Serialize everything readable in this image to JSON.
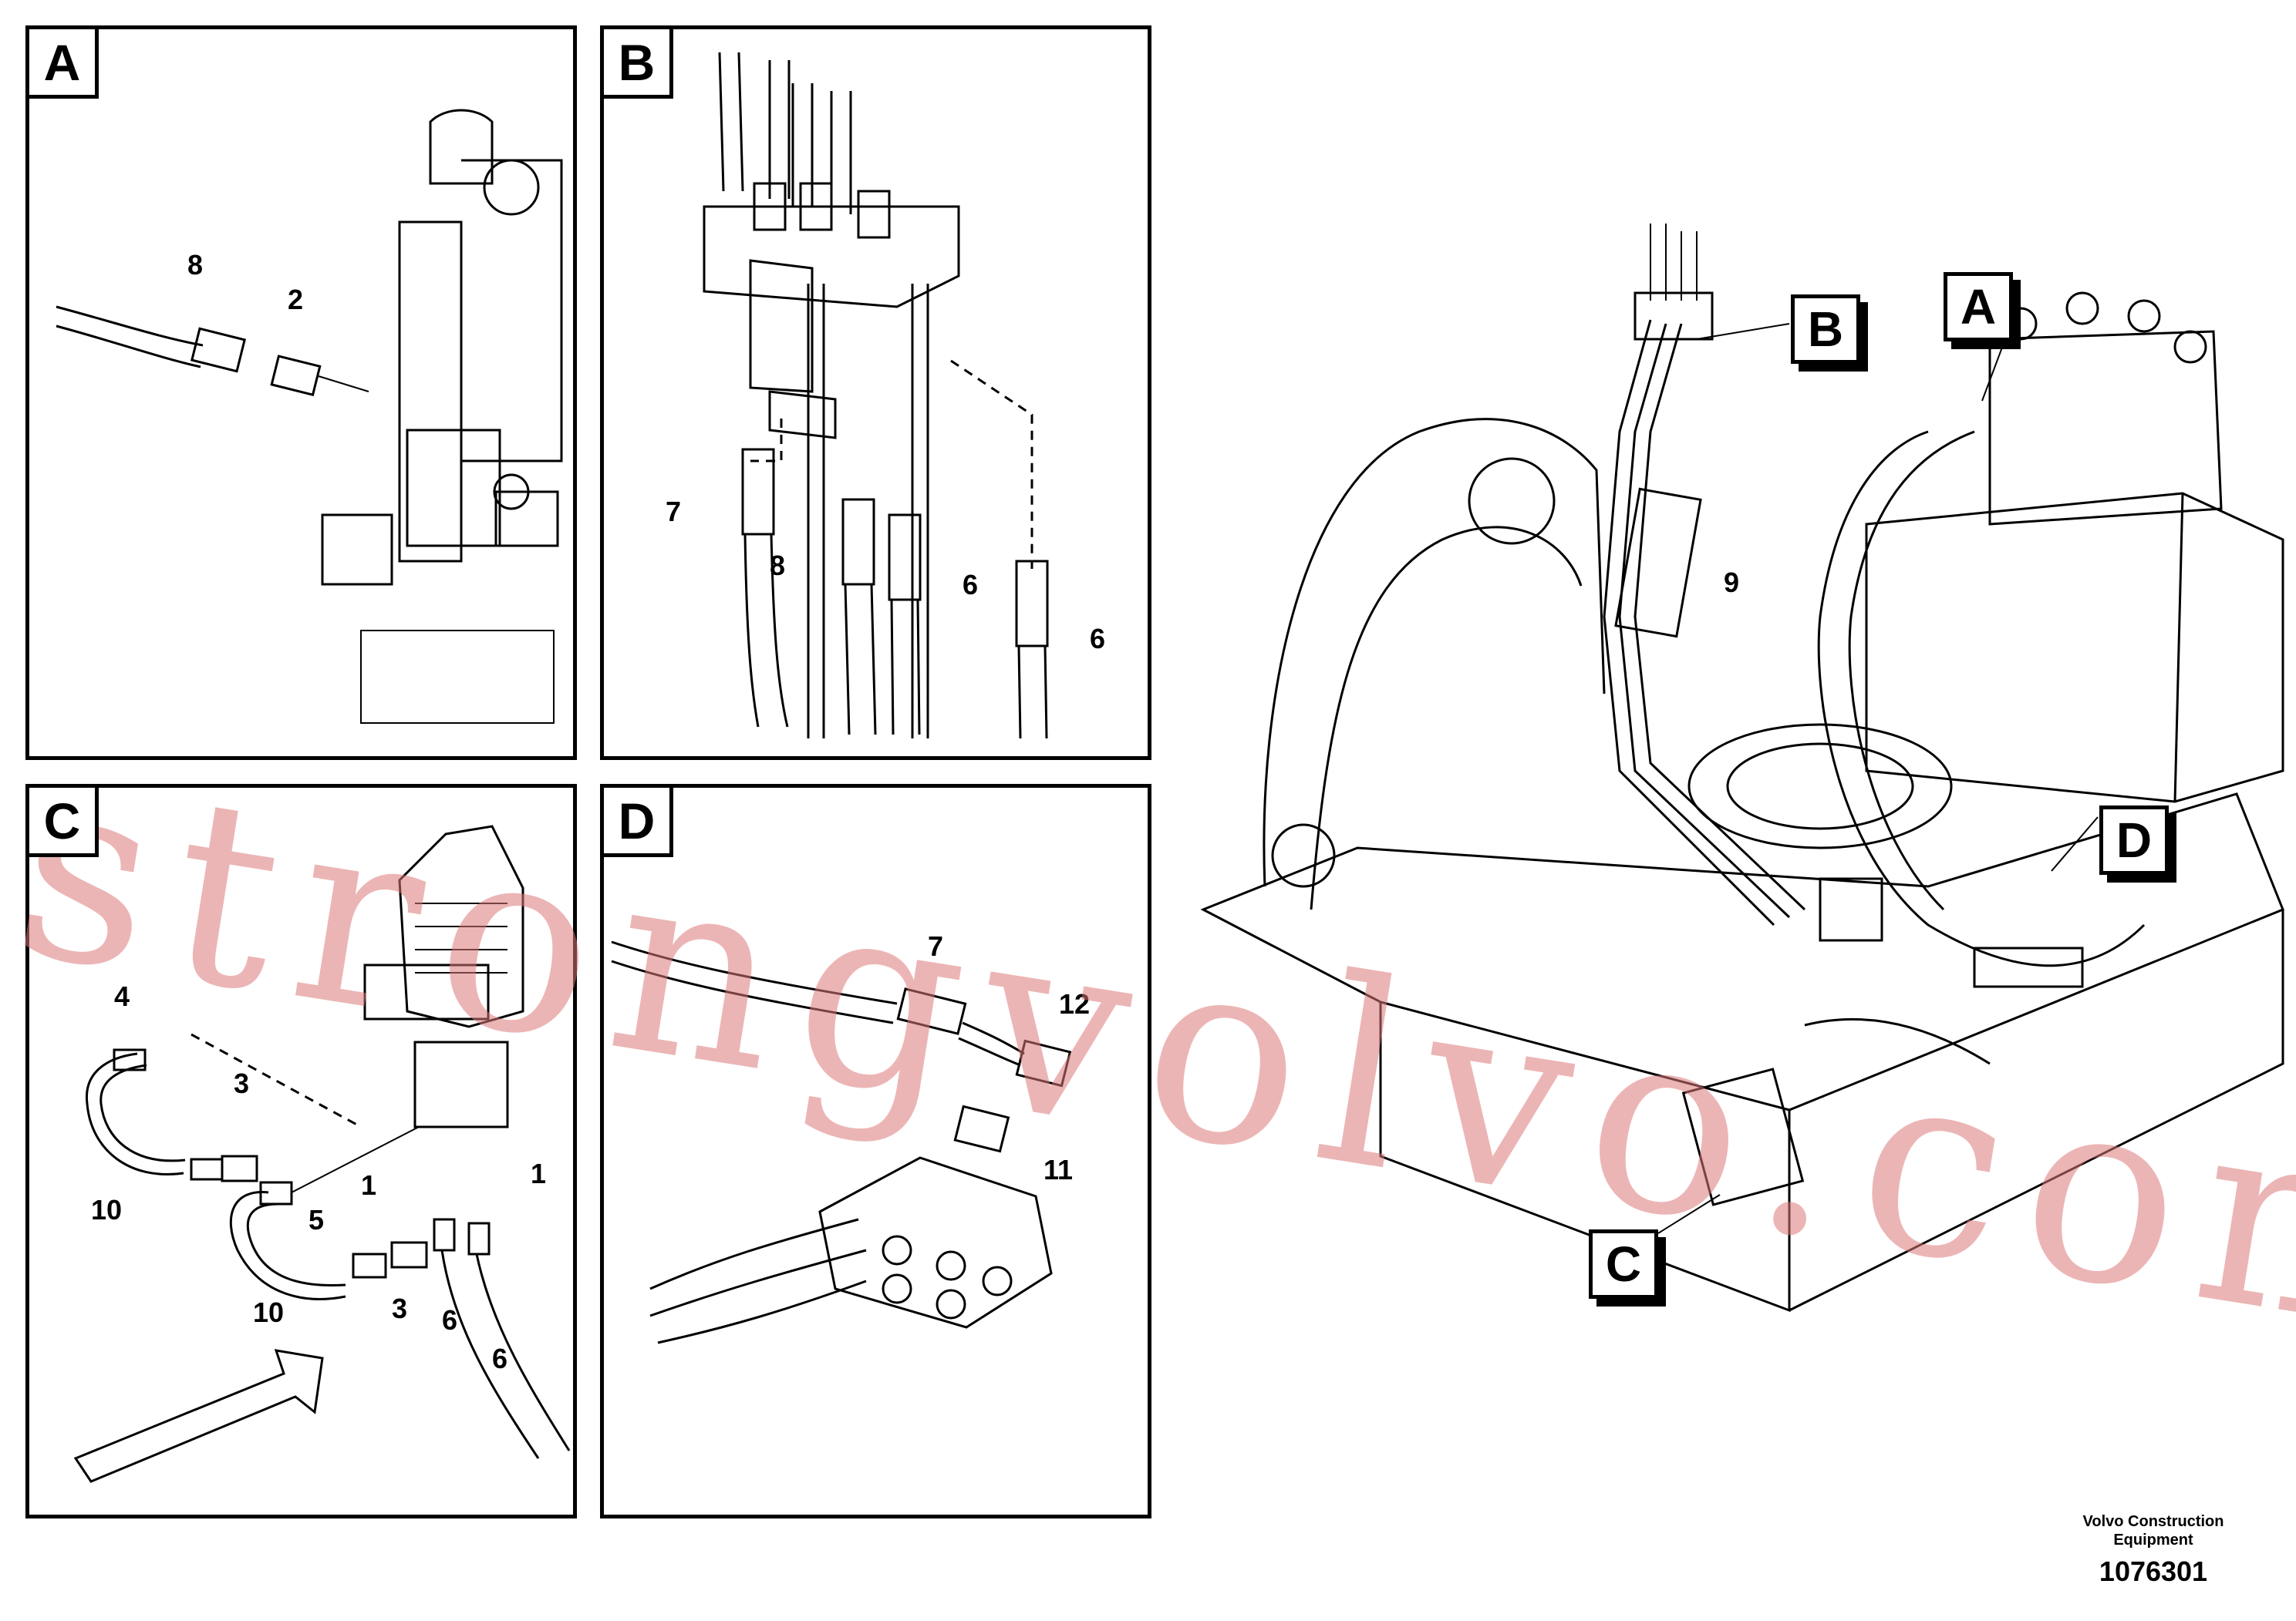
{
  "panels": {
    "a": {
      "tag": "A",
      "parts": {
        "p8": "8",
        "p2": "2"
      }
    },
    "b": {
      "tag": "B",
      "parts": {
        "p7": "7",
        "p8": "8",
        "p6a": "6",
        "p6b": "6"
      }
    },
    "c": {
      "tag": "C",
      "parts": {
        "p4": "4",
        "p3a": "3",
        "p1a": "1",
        "p1b": "1",
        "p10a": "10",
        "p5": "5",
        "p10b": "10",
        "p3b": "3",
        "p6a": "6",
        "p6b": "6"
      }
    },
    "d": {
      "tag": "D",
      "parts": {
        "p7": "7",
        "p12": "12",
        "p11": "11"
      }
    }
  },
  "overview": {
    "callouts": {
      "a": "A",
      "b": "B",
      "c": "C",
      "d": "D"
    },
    "parts": {
      "p9": "9"
    }
  },
  "footer": {
    "company": "Volvo Construction Equipment",
    "drawing_number": "1076301"
  },
  "watermark": "strongvolvo.com"
}
